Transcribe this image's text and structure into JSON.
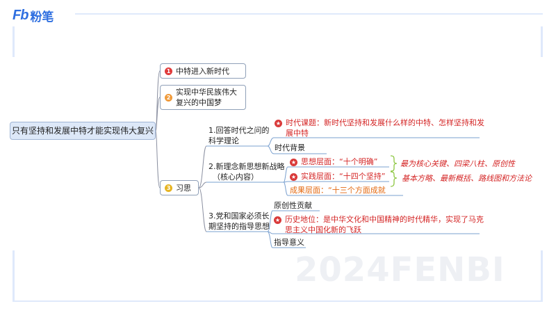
{
  "brand": {
    "mark": "Fb",
    "name": "粉笔"
  },
  "watermark": "2024FENBI",
  "root": {
    "label": "只有坚持和发展中特才能实现伟大复兴"
  },
  "branches": [
    {
      "num": "❶",
      "label": "中特进入新时代",
      "color": "#e03b3b"
    },
    {
      "num": "❷",
      "label_line1": "实现中华民族伟大",
      "label_line2": "复兴的中国梦",
      "color": "#f09a3a"
    },
    {
      "num": "❸",
      "label": "习思",
      "color": "#e6b422"
    }
  ],
  "sub": {
    "s1": {
      "line1": "1.回答时代之问的",
      "line2": "科学理论",
      "c1_line1": "时代课题：新时代坚持和发展什么样的中特、怎样坚持和发",
      "c1_line2": "展中特",
      "c2": "时代背景"
    },
    "s2": {
      "line1": "2.新理念新思想新战略",
      "line2": "（核心内容）",
      "c1": "思想层面：“十个明确”",
      "c2": "实践层面：“十四个坚持”",
      "c3": "成果层面：“十三个方面成就",
      "note1": "最为核心关键、四梁八柱、原创性",
      "note2": "基本方略、最新概括、路线图和方法论"
    },
    "s3": {
      "line1": "3.党和国家必须长",
      "line2": "期坚持的指导思想",
      "c1": "原创性贡献",
      "c2_line1": "历史地位：是中华文化和中国精神的时代精华，实现了马克",
      "c2_line2": "思主义中国化新的飞跃",
      "c3": "指导意义"
    }
  }
}
